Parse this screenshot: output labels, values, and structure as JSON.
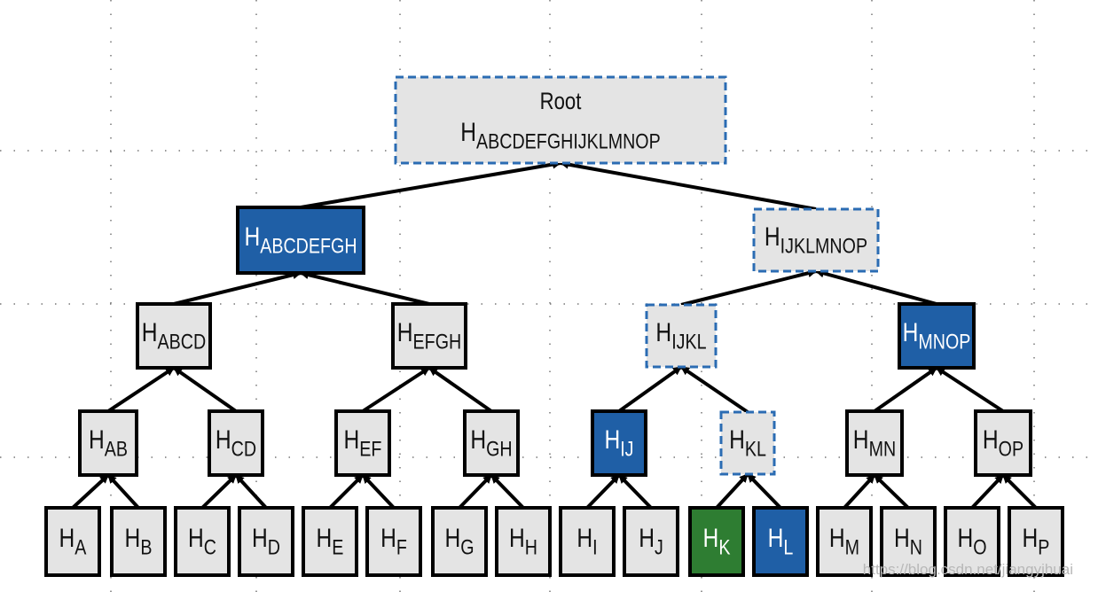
{
  "diagram": {
    "colors": {
      "default_fill": "#e4e4e4",
      "default_stroke": "#000000",
      "dashed_stroke": "#2b6cb3",
      "blue_fill": "#1f5fa6",
      "green_fill": "#2e7d32",
      "grid_dots": "#777777",
      "edge": "#000000"
    },
    "root": {
      "line1": "Root",
      "line2_main": "H",
      "line2_sub": "ABCDEFGHIJKLMNOP",
      "style": "dashed"
    },
    "nodes": [
      {
        "id": "ABCDEFGH",
        "main": "H",
        "sub": "ABCDEFGH",
        "style": "blue"
      },
      {
        "id": "IJKLMNOP",
        "main": "H",
        "sub": "IJKLMNOP",
        "style": "dashed"
      },
      {
        "id": "ABCD",
        "main": "H",
        "sub": "ABCD",
        "style": "plain"
      },
      {
        "id": "EFGH",
        "main": "H",
        "sub": "EFGH",
        "style": "plain"
      },
      {
        "id": "IJKL",
        "main": "H",
        "sub": "IJKL",
        "style": "dashed"
      },
      {
        "id": "MNOP",
        "main": "H",
        "sub": "MNOP",
        "style": "blue"
      },
      {
        "id": "AB",
        "main": "H",
        "sub": "AB",
        "style": "plain"
      },
      {
        "id": "CD",
        "main": "H",
        "sub": "CD",
        "style": "plain"
      },
      {
        "id": "EF",
        "main": "H",
        "sub": "EF",
        "style": "plain"
      },
      {
        "id": "GH",
        "main": "H",
        "sub": "GH",
        "style": "plain"
      },
      {
        "id": "IJ",
        "main": "H",
        "sub": "IJ",
        "style": "blue"
      },
      {
        "id": "KL",
        "main": "H",
        "sub": "KL",
        "style": "dashed"
      },
      {
        "id": "MN",
        "main": "H",
        "sub": "MN",
        "style": "plain"
      },
      {
        "id": "OP",
        "main": "H",
        "sub": "OP",
        "style": "plain"
      },
      {
        "id": "A",
        "main": "H",
        "sub": "A",
        "style": "plain"
      },
      {
        "id": "B",
        "main": "H",
        "sub": "B",
        "style": "plain"
      },
      {
        "id": "C",
        "main": "H",
        "sub": "C",
        "style": "plain"
      },
      {
        "id": "D",
        "main": "H",
        "sub": "D",
        "style": "plain"
      },
      {
        "id": "E",
        "main": "H",
        "sub": "E",
        "style": "plain"
      },
      {
        "id": "F",
        "main": "H",
        "sub": "F",
        "style": "plain"
      },
      {
        "id": "G",
        "main": "H",
        "sub": "G",
        "style": "plain"
      },
      {
        "id": "H",
        "main": "H",
        "sub": "H",
        "style": "plain"
      },
      {
        "id": "I",
        "main": "H",
        "sub": "I",
        "style": "plain"
      },
      {
        "id": "J",
        "main": "H",
        "sub": "J",
        "style": "plain"
      },
      {
        "id": "K",
        "main": "H",
        "sub": "K",
        "style": "green"
      },
      {
        "id": "L",
        "main": "H",
        "sub": "L",
        "style": "blue"
      },
      {
        "id": "M",
        "main": "H",
        "sub": "M",
        "style": "plain"
      },
      {
        "id": "N",
        "main": "H",
        "sub": "N",
        "style": "plain"
      },
      {
        "id": "O",
        "main": "H",
        "sub": "O",
        "style": "plain"
      },
      {
        "id": "P",
        "main": "H",
        "sub": "P",
        "style": "plain"
      }
    ],
    "edges": [
      [
        "ABCDEFGH",
        "root"
      ],
      [
        "IJKLMNOP",
        "root"
      ],
      [
        "ABCD",
        "ABCDEFGH"
      ],
      [
        "EFGH",
        "ABCDEFGH"
      ],
      [
        "IJKL",
        "IJKLMNOP"
      ],
      [
        "MNOP",
        "IJKLMNOP"
      ],
      [
        "AB",
        "ABCD"
      ],
      [
        "CD",
        "ABCD"
      ],
      [
        "EF",
        "EFGH"
      ],
      [
        "GH",
        "EFGH"
      ],
      [
        "IJ",
        "IJKL"
      ],
      [
        "KL",
        "IJKL"
      ],
      [
        "MN",
        "MNOP"
      ],
      [
        "OP",
        "MNOP"
      ],
      [
        "A",
        "AB"
      ],
      [
        "B",
        "AB"
      ],
      [
        "C",
        "CD"
      ],
      [
        "D",
        "CD"
      ],
      [
        "E",
        "EF"
      ],
      [
        "F",
        "EF"
      ],
      [
        "G",
        "GH"
      ],
      [
        "H",
        "GH"
      ],
      [
        "I",
        "IJ"
      ],
      [
        "J",
        "IJ"
      ],
      [
        "K",
        "KL"
      ],
      [
        "L",
        "KL"
      ],
      [
        "M",
        "MN"
      ],
      [
        "N",
        "MN"
      ],
      [
        "O",
        "OP"
      ],
      [
        "P",
        "OP"
      ]
    ],
    "watermark": "https://blog.csdn.net/jiangyjhuai"
  }
}
